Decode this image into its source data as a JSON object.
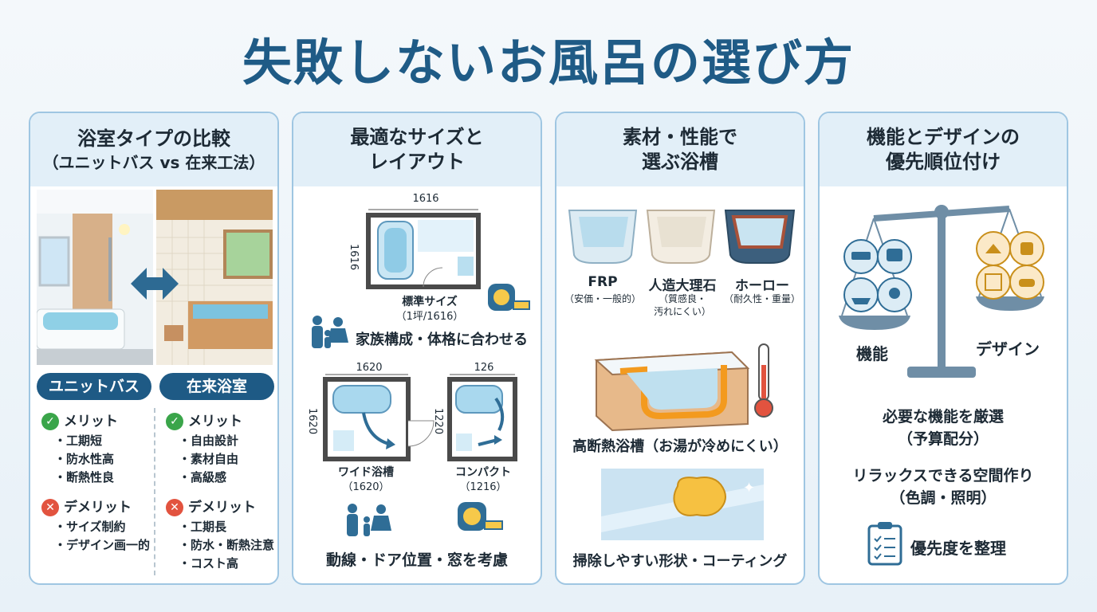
{
  "title": "失敗しないお風呂の選び方",
  "panel1": {
    "head1": "浴室タイプの比較",
    "head2": "（ユニットバス vs 在来工法）",
    "left_label": "ユニットバス",
    "right_label": "在来浴室",
    "merit": "メリット",
    "demerit": "デメリット",
    "left_merits": [
      "・工期短",
      "・防水性高",
      "・断熱性良"
    ],
    "right_merits": [
      "・自由設計",
      "・素材自由",
      "・高級感"
    ],
    "left_demerits": [
      "・サイズ制約",
      "・デザイン画一的"
    ],
    "right_demerits": [
      "・工期長",
      "・防水・断熱注意",
      "・コスト高"
    ]
  },
  "panel2": {
    "head1": "最適なサイズと",
    "head2": "レイアウト",
    "plan1_width": "1616",
    "plan1_height": "1616",
    "plan1_name": "標準サイズ",
    "plan1_detail": "（1坪/1616）",
    "caption1": "家族構成・体格に合わせる",
    "plan2_width": "1620",
    "plan2_height": "1620",
    "plan2_name": "ワイド浴槽",
    "plan2_detail": "（1620）",
    "plan3_width": "126",
    "plan3_height": "1220",
    "plan3_name": "コンパクト",
    "plan3_detail": "（1216）",
    "caption2": "動線・ドア位置・窓を考慮"
  },
  "panel3": {
    "head1": "素材・性能で",
    "head2": "選ぶ浴槽",
    "tubs": [
      {
        "name": "FRP",
        "note1": "（安価・一般的）",
        "note2": ""
      },
      {
        "name": "人造大理石",
        "note1": "（質感良・",
        "note2": "汚れにくい）"
      },
      {
        "name": "ホーロー",
        "note1": "（耐久性・重量）",
        "note2": ""
      }
    ],
    "caption1": "高断熱浴槽（お湯が冷めにくい）",
    "caption2": "掃除しやすい形状・コーティング"
  },
  "panel4": {
    "head1": "機能とデザインの",
    "head2": "優先順位付け",
    "left_label": "機能",
    "right_label": "デザイン",
    "line1": "必要な機能を厳選",
    "line2": "（予算配分）",
    "line3": "リラックスできる空間作り",
    "line4": "（色調・照明）",
    "line5": "優先度を整理"
  },
  "colors": {
    "title": "#1f5b86",
    "pill": "#1e5a85",
    "border": "#9fc6e2",
    "head_bg": "#e2eff8"
  }
}
